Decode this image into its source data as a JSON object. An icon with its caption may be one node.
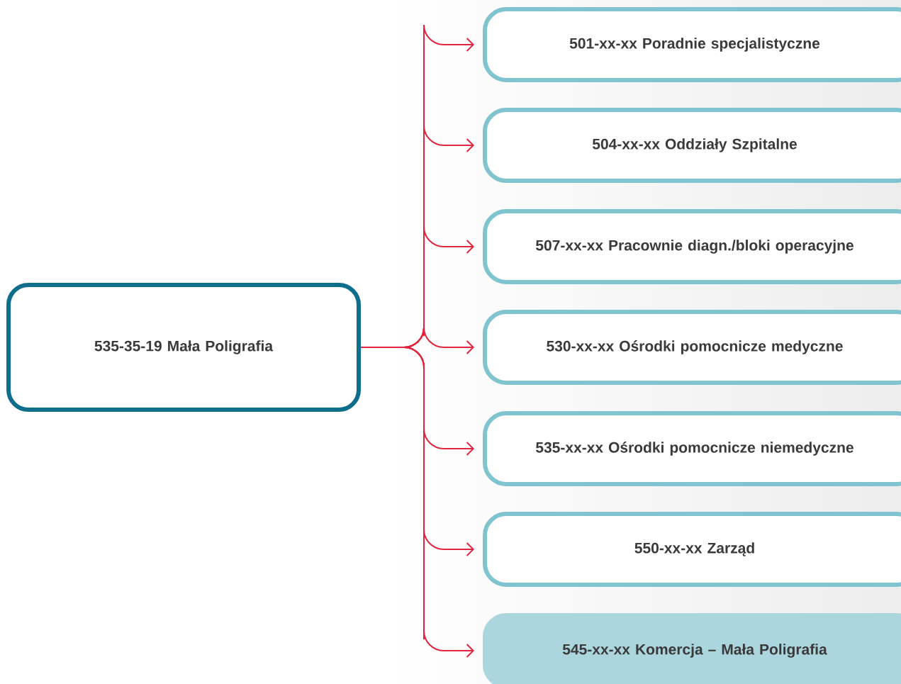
{
  "diagram": {
    "nodes": [
      {
        "text": [
          "535-35-19 Mała Poligrafia"
        ]
      },
      {
        "text": [
          "501-xx-xx Poradnie specjalistyczne"
        ]
      },
      {
        "text": [
          "504-xx-xx Oddziały Szpitalne"
        ]
      },
      {
        "text": [
          "507-xx-xx Pracownie diagn./bloki operacyjne"
        ]
      },
      {
        "text": [
          "530-xx-xx Ośrodki pomocnicze medyczne"
        ]
      },
      {
        "text": [
          "535-xx-xx Ośrodki pomocnicze niemedyczne"
        ]
      },
      {
        "text": [
          "550-xx-xx Zarząd"
        ]
      },
      {
        "text": [
          "545-xx-xx Komercja – Mała Poligrafia"
        ]
      }
    ],
    "edges": [
      {
        "from": 0,
        "to": 1,
        "arrow": "to"
      },
      {
        "from": 0,
        "to": 2,
        "arrow": "to"
      },
      {
        "from": 0,
        "to": 3,
        "arrow": "to"
      },
      {
        "from": 0,
        "to": 4,
        "arrow": "to"
      },
      {
        "from": 0,
        "to": 5,
        "arrow": "to"
      },
      {
        "from": 0,
        "to": 6,
        "arrow": "to"
      },
      {
        "from": 0,
        "to": 7,
        "arrow": "to"
      }
    ]
  }
}
